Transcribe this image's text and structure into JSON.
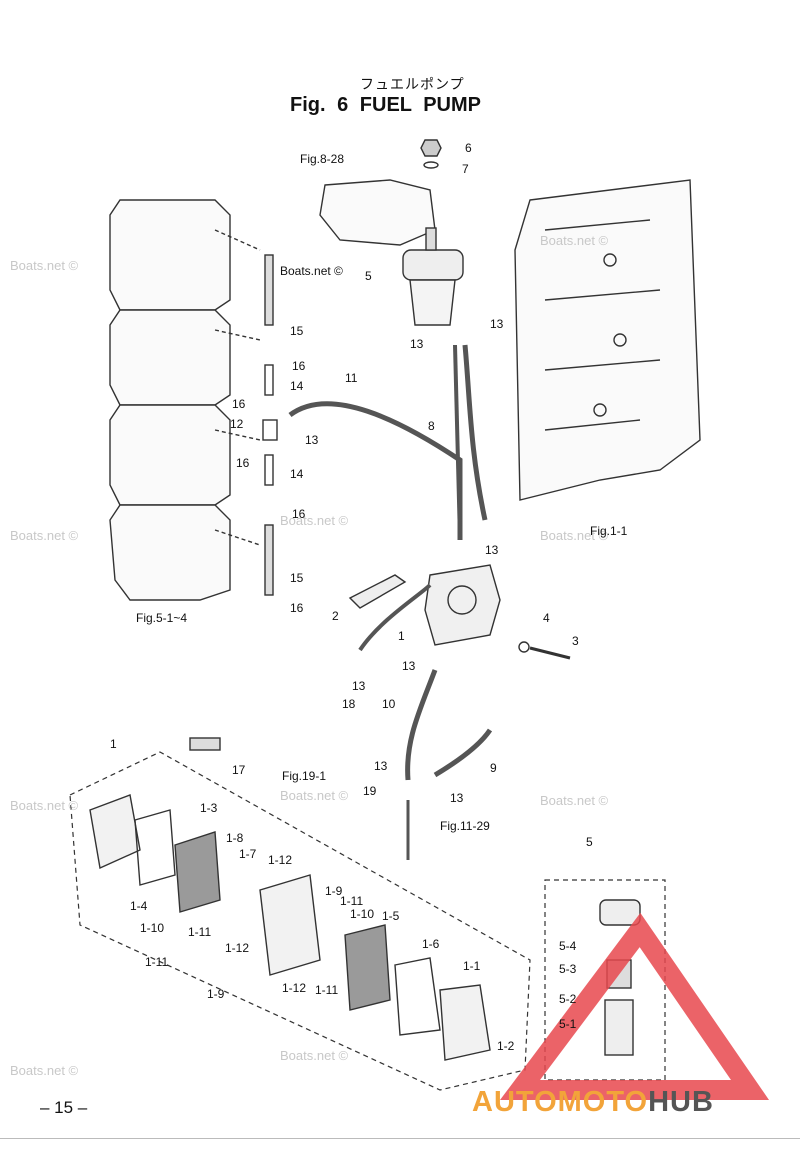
{
  "header": {
    "japanese_title": "フュエルポンプ",
    "title": "Fig. 6   FUEL PUMP"
  },
  "watermark": "Boats.net ©",
  "refs": [
    "Fig.8-28",
    "Fig.1-1",
    "Fig.5-1~4",
    "Fig.19-1",
    "Fig.11-29"
  ],
  "callouts": [
    "1",
    "2",
    "3",
    "4",
    "5",
    "6",
    "7",
    "8",
    "9",
    "10",
    "11",
    "12",
    "13",
    "14",
    "15",
    "16",
    "17",
    "18",
    "19"
  ],
  "sub_callouts": [
    "1-1",
    "1-2",
    "1-3",
    "1-4",
    "1-5",
    "1-6",
    "1-7",
    "1-8",
    "1-9",
    "1-10",
    "1-11",
    "1-12",
    "5-1",
    "5-2",
    "5-3",
    "5-4"
  ],
  "footer": {
    "page_number": "– 15 –",
    "logo_part1": "AUTOMOTO",
    "logo_part2": "HUB"
  },
  "colors": {
    "logo_orange": "#f2a43a",
    "logo_red": "#e8484e",
    "logo_grey": "#555555"
  }
}
